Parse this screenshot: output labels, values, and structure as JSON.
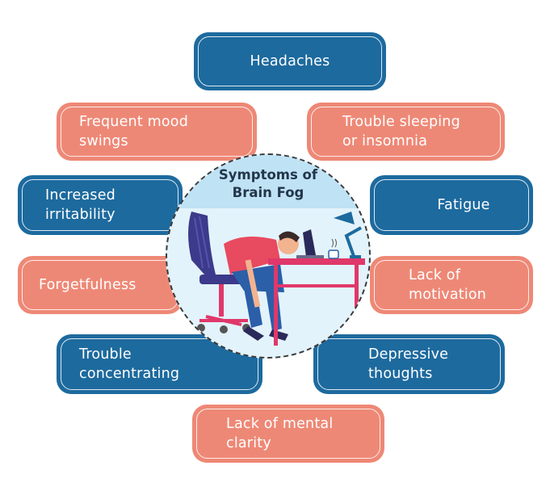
{
  "center": {
    "title_line1": "Symptoms of",
    "title_line2": "Brain Fog"
  },
  "symptoms": {
    "headaches": "Headaches",
    "mood_line1": "Frequent mood",
    "mood_line2": "swings",
    "sleep_line1": "Trouble sleeping",
    "sleep_line2": "or insomnia",
    "irritability_line1": "Increased",
    "irritability_line2": "irritability",
    "fatigue": "Fatigue",
    "forgetfulness": "Forgetfulness",
    "motivation_line1": "Lack of",
    "motivation_line2": "motivation",
    "concentrating_line1": "Trouble",
    "concentrating_line2": "concentrating",
    "depressive_line1": "Depressive",
    "depressive_line2": "thoughts",
    "clarity_line1": "Lack of mental",
    "clarity_line2": "clarity"
  },
  "colors": {
    "blue": "#1d6a9e",
    "coral": "#ee8876",
    "circle_fill": "#e3f3fb",
    "title_band": "#bfe2f5"
  }
}
